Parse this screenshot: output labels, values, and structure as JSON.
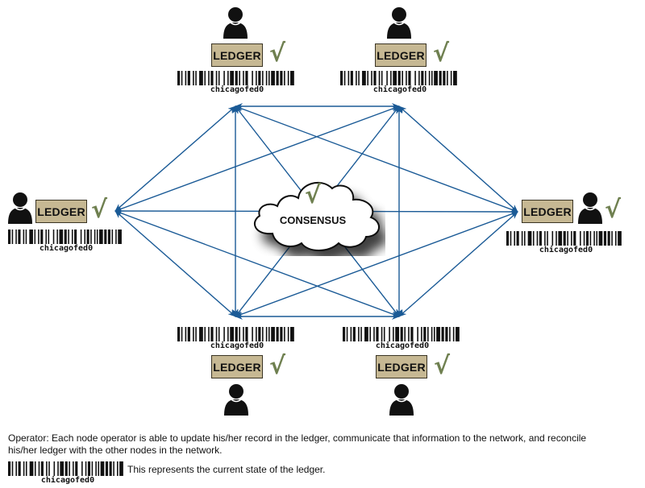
{
  "diagram": {
    "center": {
      "label": "CONSENSUS",
      "check": "√",
      "check_color": "#6f8050"
    },
    "line_color": "#1a5a96",
    "ledger_fill": "#c6b893",
    "nodes": [
      {
        "id": "top-left",
        "ledger_label": "LEDGER",
        "check": "√",
        "barcode_label": "chicagofed0"
      },
      {
        "id": "top-right",
        "ledger_label": "LEDGER",
        "check": "√",
        "barcode_label": "chicagofed0"
      },
      {
        "id": "left",
        "ledger_label": "LEDGER",
        "check": "√",
        "barcode_label": "chicagofed0"
      },
      {
        "id": "right",
        "ledger_label": "LEDGER",
        "check": "√",
        "barcode_label": "chicagofed0"
      },
      {
        "id": "bottom-left",
        "ledger_label": "LEDGER",
        "check": "√",
        "barcode_label": "chicagofed0"
      },
      {
        "id": "bottom-right",
        "ledger_label": "LEDGER",
        "check": "√",
        "barcode_label": "chicagofed0"
      }
    ]
  },
  "caption": {
    "line1": "Operator: Each node operator is able to update his/her record in the ledger, communicate that information to the network, and reconcile",
    "line2": "his/her ledger with the other nodes in the network."
  },
  "legend": {
    "barcode_label": "chicagofed0",
    "text": "This represents the current state of the ledger."
  }
}
